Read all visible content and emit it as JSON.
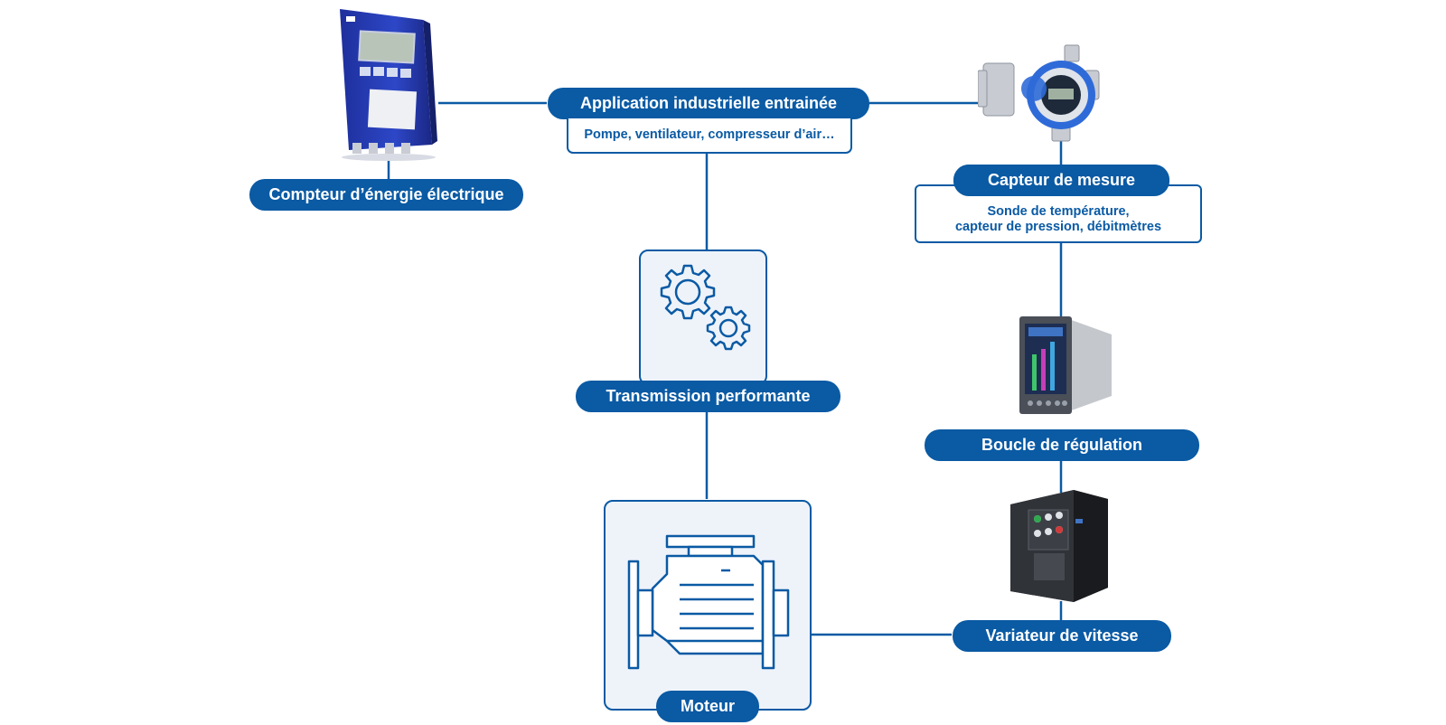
{
  "colors": {
    "brand": "#0a5aa4",
    "card_bg": "#eef3fa",
    "line": "#0a5aa4"
  },
  "nodes": {
    "application": {
      "title": "Application industrielle entrainée",
      "detail": "Pompe, ventilateur, compresseur d’air…"
    },
    "energy_meter": {
      "title": "Compteur d’énergie électrique"
    },
    "sensor": {
      "title": "Capteur de mesure",
      "detail_line1": "Sonde de température,",
      "detail_line2": "capteur de pression, débitmètres"
    },
    "transmission": {
      "title": "Transmission performante",
      "icon": "gears-icon"
    },
    "control_loop": {
      "title": "Boucle de régulation"
    },
    "drive": {
      "title": "Variateur de vitesse"
    },
    "motor": {
      "title": "Moteur",
      "icon": "motor-icon"
    }
  }
}
